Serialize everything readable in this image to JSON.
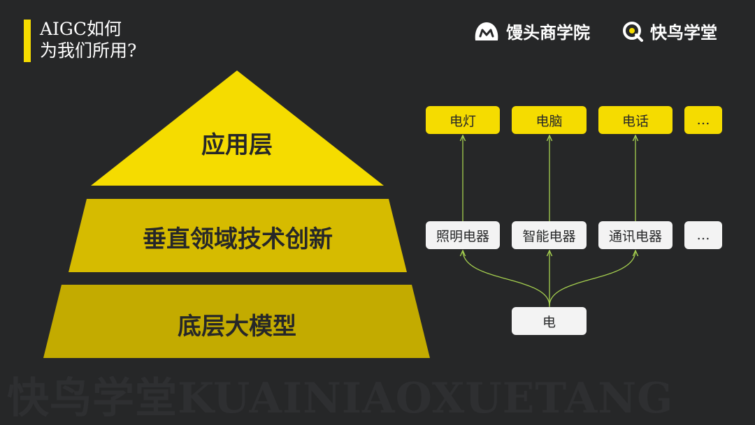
{
  "title": {
    "line1": "AIGC如何",
    "line2": "为我们所用?"
  },
  "brands": {
    "brand1": "馒头商学院",
    "brand2": "快鸟学堂"
  },
  "pyramid": {
    "top": "应用层",
    "middle": "垂直领域技术创新",
    "bottom": "底层大模型"
  },
  "diagram": {
    "apps": [
      "电灯",
      "电脑",
      "电话",
      "…"
    ],
    "categories": [
      "照明电器",
      "智能电器",
      "通讯电器",
      "…"
    ],
    "root": "电"
  },
  "watermark": "快鸟学堂KUAINIAOXUETANG",
  "colors": {
    "background": "#262728",
    "accent": "#f5dc00",
    "tier_mid": "#d6bb00",
    "tier_bottom": "#c3ab00",
    "connector": "#a5cf4f"
  }
}
